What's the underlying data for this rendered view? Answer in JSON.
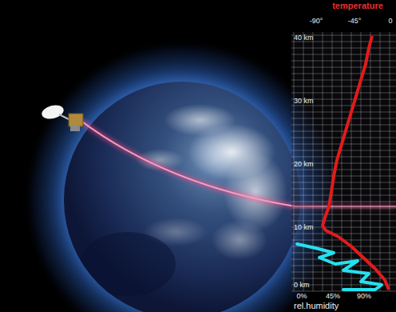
{
  "diagram": {
    "labels": [
      "temperature",
      "-90°",
      "-45°",
      "0",
      "40 km",
      "30 km",
      "20 km",
      "10 km",
      "0 km",
      "0%",
      "45%",
      "90%",
      "rel.humidity"
    ]
  }
}
